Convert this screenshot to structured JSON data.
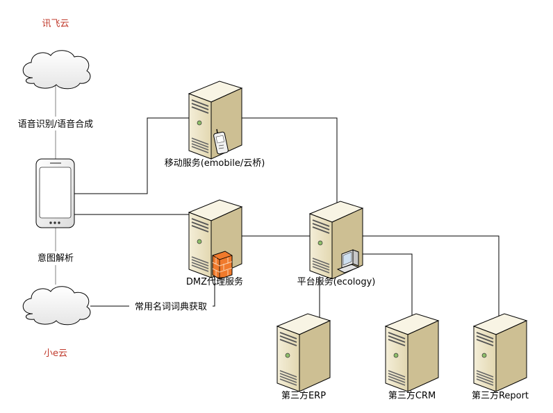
{
  "colors": {
    "cloud_label": "#c0392b",
    "server_front": "#efe7cc",
    "server_side": "#c9bd92",
    "server_top": "#f7f2e0",
    "firewall": "#f07a2c",
    "line": "#000000"
  },
  "labels": {
    "xunfei_cloud": "讯飞云",
    "speech": "语音识别/语音合成",
    "mobile_service": "移动服务(emobile/云桥)",
    "intent": "意图解析",
    "dmz": "DMZ代理服务",
    "platform": "平台服务(ecology)",
    "dictionary": "常用名词词典获取",
    "xiaoe_cloud": "小e云",
    "erp": "第三方ERP",
    "crm": "第三方CRM",
    "report": "第三方Report"
  },
  "icons": {
    "cloud": "cloud-icon",
    "phone": "smartphone-icon",
    "server": "server-icon",
    "firewall": "firewall-icon",
    "cellphone": "cellphone-icon",
    "workstation": "workstation-icon"
  }
}
